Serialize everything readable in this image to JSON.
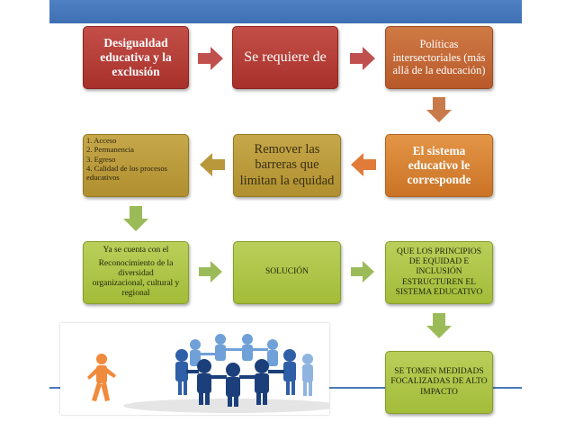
{
  "boxes": {
    "inequality": "Desigualdad educativa y la exclusión",
    "requires": "Se requiere de",
    "policies": "Políticas intersectoriales (más allá de la educación)",
    "system": "El sistema educativo le corresponde",
    "barriers": "Remover las barreras que limitan la equidad",
    "access_list": [
      "1. Acceso",
      "2. Permanencia",
      "3. Egreso",
      "4. Calidad de los procesos educativos"
    ],
    "recognition": [
      "Ya se cuenta con el",
      "Reconocimiento de la diversidad",
      "organizacional, cultural y regional"
    ],
    "solution": "SOLUCIÓN",
    "principles": "QUE LOS PRINCIPIOS DE EQUIDAD E INCLUSIÓN ESTRUCTUREN EL SISTEMA EDUCATIVO",
    "measures": "SE TOMEN MEDIDADS FOCALIZADAS DE ALTO IMPACTO"
  },
  "colors": {
    "topbar": "#4a7abf",
    "arrow_red": "#c0504d",
    "arrow_olive": "#b8983a",
    "arrow_green": "#9bbb59",
    "arrow_orange": "#e07b39"
  },
  "image": {
    "icon": "people-circle-image"
  }
}
